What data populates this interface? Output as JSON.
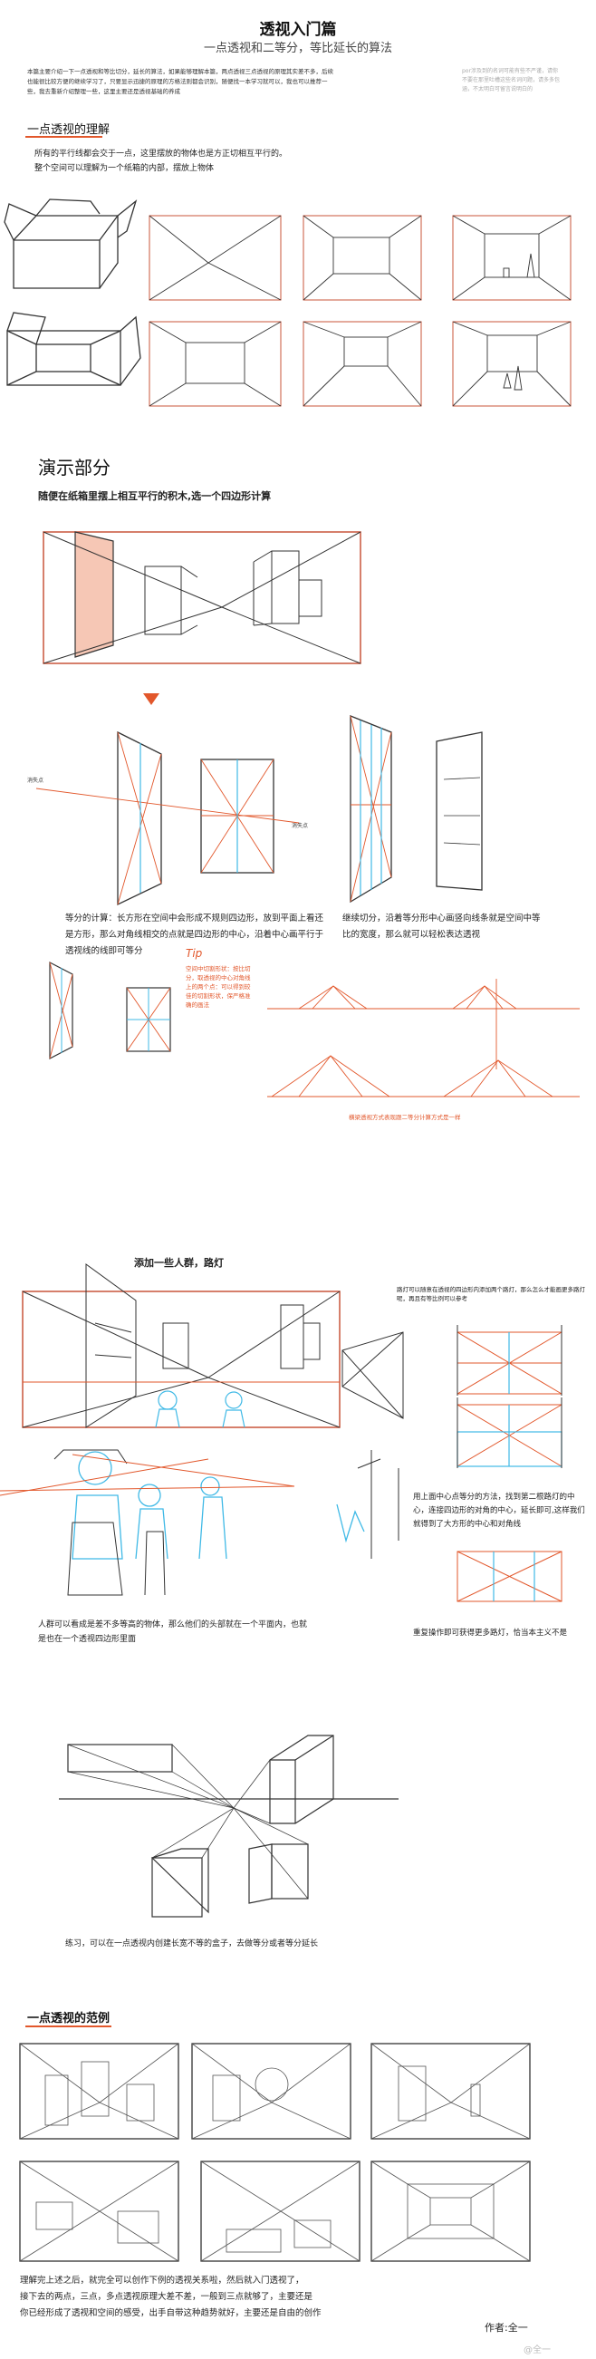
{
  "header": {
    "title": "透视入门篇",
    "subtitle": "一点透视和二等分，等比延长的算法"
  },
  "intro": {
    "text": "本篇主要介绍一下一点透视和等比切分，延长的算法，如果能够理解本篇，两点透视三点透视的原理其实差不多，后续也能很比较方便的继续学习了，只要显示迅捷的原理的方格法则都会识别，随便找一本学习就可以，我也可以推荐一些，我去重新介绍整理一些，这里主要还是透视基础的养成",
    "note": "por涉及到的名词可能有些不严谨，请你不要在那里吐槽这些名词问题，请多多包涵，不太明白可留言说明白的"
  },
  "section1": {
    "heading": "一点透视的理解",
    "text1": "所有的平行线都会交于一点，这里摆放的物体也是方正切相互平行的。",
    "text2": "整个空间可以理解为一个纸箱的内部，摆放上物体"
  },
  "section2": {
    "heading": "演示部分",
    "text": "随便在纸箱里摆上相互平行的积木,选一个四边形计算"
  },
  "diagram_labels": {
    "left_vp": "消失点",
    "right_vp": "消失点"
  },
  "equal_split": {
    "left_text": "等分的计算：长方形在空间中会形成不规则四边形，放到平面上看还是方形，那么对角线相交的点就是四边形的中心，沿着中心画平行于透视线的线即可等分",
    "right_text": "继续切分，沿着等分形中心画竖向线条就是空间中等比的宽度，那么就可以轻松表达透视"
  },
  "tip": {
    "title": "Tip",
    "text": "空间中切割形状：按比切分，取透视的中心对角线上的两个点：可以得到较佳的切割形状，保严格准确的画法",
    "caption": "横梁透视方式表现跟二等分计算方式是一样"
  },
  "section3": {
    "heading": "添加一些人群，路灯",
    "lamp_note": "路灯可以随意在透视的四边形内添加两个路灯，那么怎么才能画更多路灯呢，再且有等比例可以参考",
    "split_note": "用上面中心点等分的方法，找到第二根路灯的中心，连接四边形的对角的中心，延长即可,这样我们就得到了大方形的中心和对角线",
    "crowd_note": "人群可以看成是差不多等高的物体，那么他们的头部就在一个平面内，也就是也在一个透视四边形里面",
    "repeat_note": "重复操作即可获得更多路灯，恰当本主义不是"
  },
  "practice": {
    "text": "练习，可以在一点透视内创建长宽不等的盒子，去做等分或者等分延长"
  },
  "section4": {
    "heading": "一点透视的范例"
  },
  "conclusion": {
    "line1": "理解完上述之后，就完全可以创作下例的透视关系啦，然后就入门透视了，",
    "line2": "接下去的两点，三点，多点透视原理大差不差，一般到三点就够了，主要还是",
    "line3": "你已经形成了透视和空间的感受，出手自带这种趋势就好，主要还是自由的创作"
  },
  "footer": {
    "author": "作者:全一",
    "watermark": "@全一"
  },
  "colors": {
    "accent": "#e2572b",
    "blue": "#3fb9e6",
    "line": "#333333",
    "pale_orange": "#f6c7b5"
  }
}
